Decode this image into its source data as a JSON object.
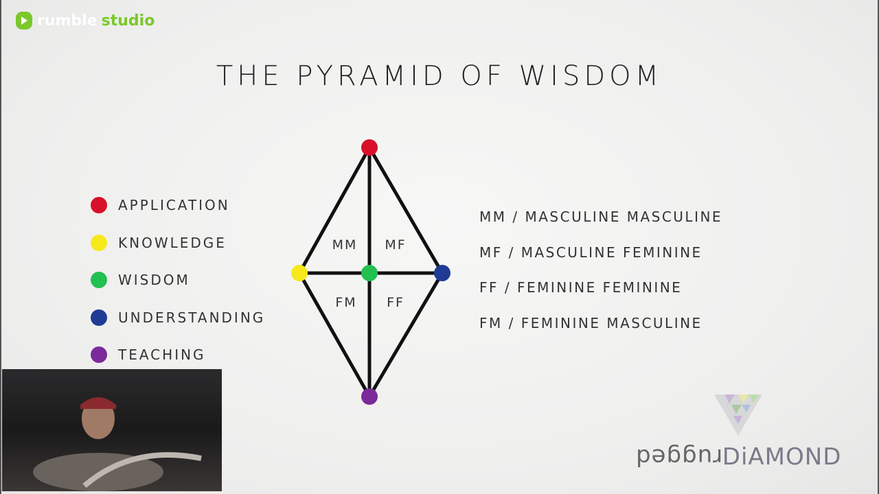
{
  "brand": {
    "word1": "rumble",
    "word2": "studio"
  },
  "title": "THE PYRAMID OF WISDOM",
  "legend": [
    {
      "label": "APPLICATION",
      "color": "#d9102a"
    },
    {
      "label": "KNOWLEDGE",
      "color": "#f5e91c"
    },
    {
      "label": "WISDOM",
      "color": "#22c050"
    },
    {
      "label": "UNDERSTANDING",
      "color": "#1f3b95"
    },
    {
      "label": "TEACHING",
      "color": "#7a2a9a"
    }
  ],
  "quadrants": {
    "mm": "MM",
    "mf": "MF",
    "fm": "FM",
    "ff": "FF"
  },
  "definitions": [
    "MM / MASCULINE MASCULINE",
    "MF / MASCULINE FEMININE",
    "FF / FEMININE FEMININE",
    "FM / FEMININE MASCULINE"
  ],
  "logo": {
    "part1": "rugged",
    "part2": "DiAMOND"
  }
}
